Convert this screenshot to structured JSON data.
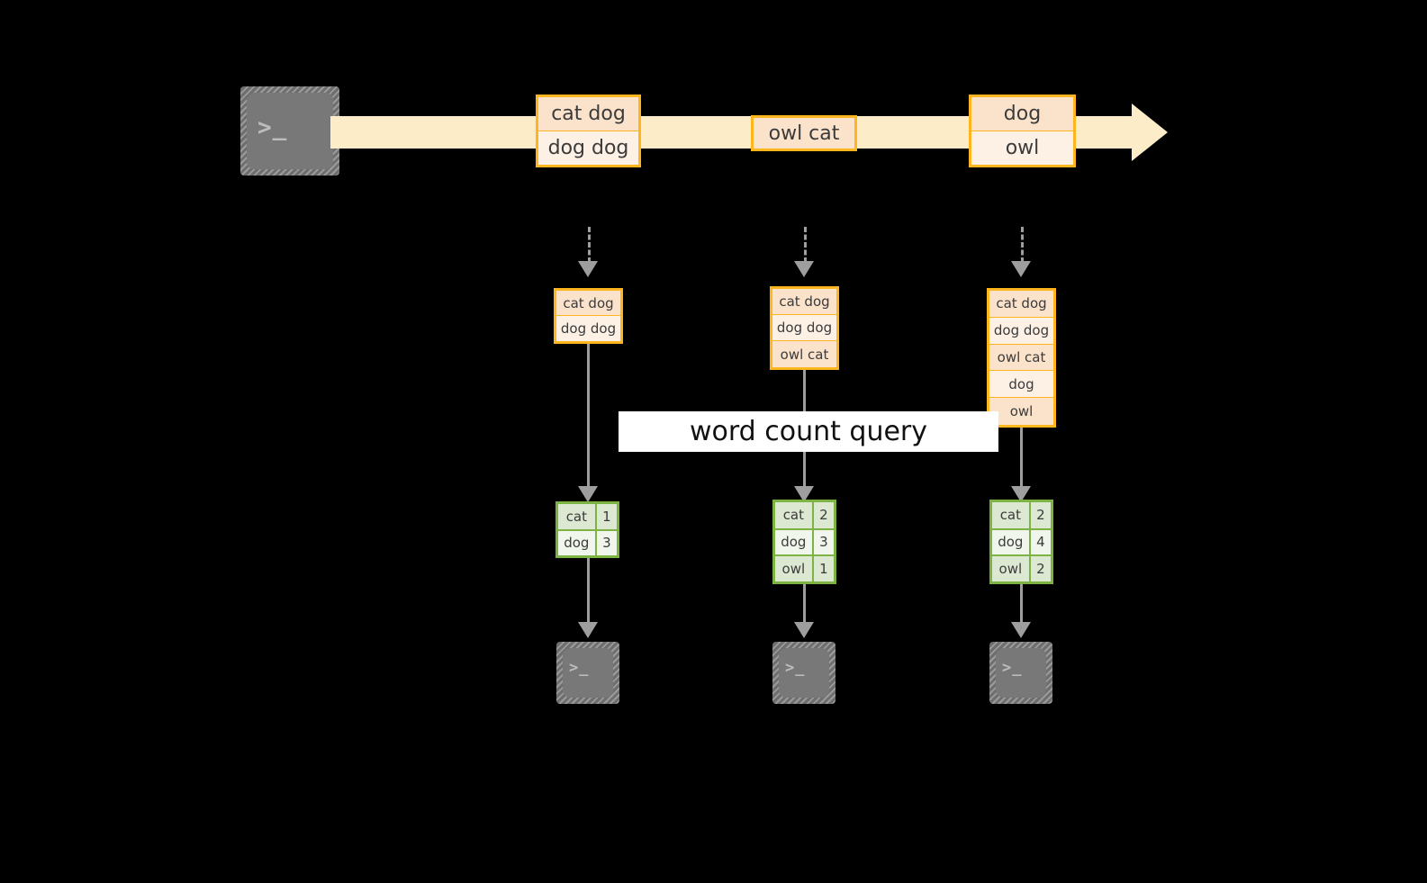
{
  "colors": {
    "background": "#000000",
    "stream_arrow": "#fdecc8",
    "message_border": "#ffb61e",
    "message_fill_dark": "#fbe2cb",
    "message_fill_light": "#fdf1e6",
    "result_border": "#7cb342",
    "result_fill_dark": "#dde8d2",
    "result_fill_light": "#f1f6ec",
    "connector": "#9e9e9e",
    "terminal_fill": "#787878",
    "label_background": "#ffffff",
    "label_text": "#111111"
  },
  "producer": {
    "icon": "terminal-icon",
    "prompt": ">_"
  },
  "stream": {
    "messages": [
      {
        "name": "message-batch-1",
        "rows": [
          "cat dog",
          "dog dog"
        ]
      },
      {
        "name": "message-batch-2",
        "rows": [
          "owl cat"
        ]
      },
      {
        "name": "message-batch-3",
        "rows": [
          "dog",
          "owl"
        ]
      }
    ]
  },
  "query_label": "word count query",
  "snapshots": [
    {
      "name": "snapshot-1",
      "table_name": "state-table-1",
      "input_rows": [
        "cat dog",
        "dog dog"
      ],
      "results": [
        {
          "word": "cat",
          "count": "1"
        },
        {
          "word": "dog",
          "count": "3"
        }
      ],
      "sink": {
        "icon": "terminal-icon",
        "prompt": ">_"
      }
    },
    {
      "name": "snapshot-2",
      "table_name": "state-table-2",
      "input_rows": [
        "cat dog",
        "dog dog",
        "owl cat"
      ],
      "results": [
        {
          "word": "cat",
          "count": "2"
        },
        {
          "word": "dog",
          "count": "3"
        },
        {
          "word": "owl",
          "count": "1"
        }
      ],
      "sink": {
        "icon": "terminal-icon",
        "prompt": ">_"
      }
    },
    {
      "name": "snapshot-3",
      "table_name": "state-table-3",
      "input_rows": [
        "cat dog",
        "dog dog",
        "owl cat",
        "dog",
        "owl"
      ],
      "results": [
        {
          "word": "cat",
          "count": "2"
        },
        {
          "word": "dog",
          "count": "4"
        },
        {
          "word": "owl",
          "count": "2"
        }
      ],
      "sink": {
        "icon": "terminal-icon",
        "prompt": ">_"
      }
    }
  ]
}
